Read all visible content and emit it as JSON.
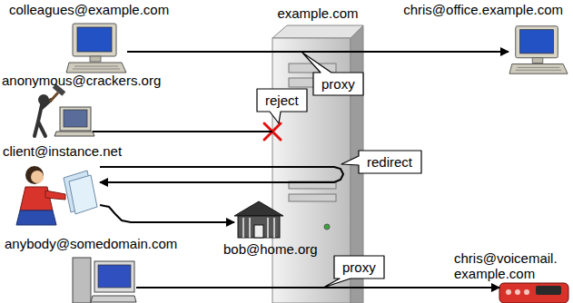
{
  "diagram": {
    "nodes": [
      {
        "text": [
          "colleagues@example.com"
        ]
      },
      {
        "text": [
          "example.com"
        ]
      },
      {
        "text": [
          "proxy"
        ],
        "in": 1
      },
      {
        "text": [
          "chris@office.example.com"
        ]
      },
      {
        "text": [
          "anonymous@crackers.org"
        ]
      },
      {
        "text": [
          "reject"
        ],
        "in": 1
      },
      {
        "text": [
          "client@instance.net"
        ]
      },
      {
        "text": [
          "redirect"
        ],
        "in": 1
      },
      {
        "text": [
          "bob@home.org"
        ]
      },
      {
        "text": [
          "anybody@somedomain.com"
        ]
      },
      {
        "text": [
          "proxy"
        ],
        "in": 1
      },
      {
        "text": [
          "chris@voicemail. example.com"
        ]
      }
    ],
    "edges": [
      {
        "from": 0,
        "to": 3,
        "arrow": "to"
      },
      {
        "from": 4,
        "to": 1,
        "arrow": "none"
      },
      {
        "from": 6,
        "to": 1,
        "arrow": "none"
      },
      {
        "from": 1,
        "to": 6,
        "arrow": "to"
      },
      {
        "from": 6,
        "to": 8,
        "arrow": "to"
      },
      {
        "from": 9,
        "to": 11,
        "arrow": "to"
      }
    ]
  }
}
